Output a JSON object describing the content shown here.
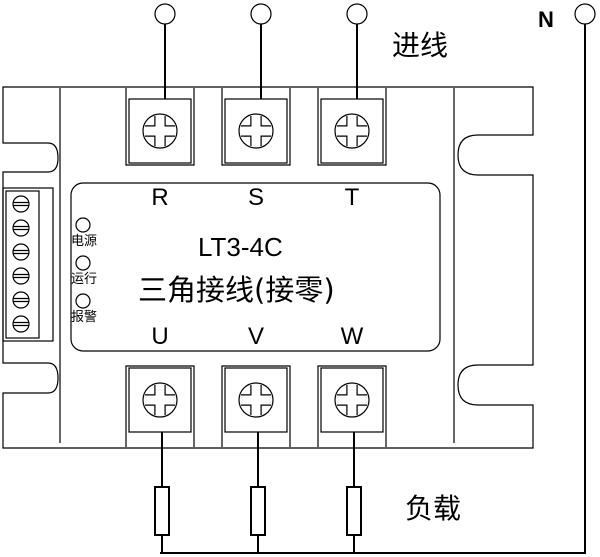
{
  "labels": {
    "incoming": "进线",
    "load": "负载",
    "neutral": "N",
    "model": "LT3-4C",
    "wiring_mode": "三角接线(接零)"
  },
  "input_terminals": [
    "R",
    "S",
    "T"
  ],
  "output_terminals": [
    "U",
    "V",
    "W"
  ],
  "indicators": [
    "电源",
    "运行",
    "报警"
  ],
  "side_connector_screws": 6,
  "colors": {
    "line": "#000000",
    "background": "#ffffff"
  }
}
